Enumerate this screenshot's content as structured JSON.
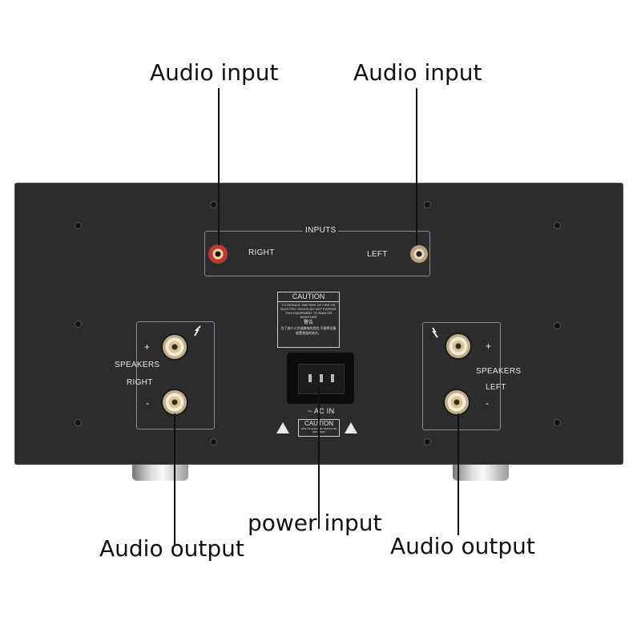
{
  "callouts": {
    "audio_input_right": "Audio input",
    "audio_input_left": "Audio input",
    "power_input": "power input",
    "audio_output_right": "Audio output",
    "audio_output_left": "Audio output"
  },
  "panel": {
    "inputs_title": "INPUTS",
    "right_label": "RIGHT",
    "left_label": "LEFT",
    "speakers_right": {
      "plus": "+",
      "minus": "-",
      "label": "SPEAKERS",
      "channel": "RIGHT"
    },
    "speakers_left": {
      "plus": "+",
      "minus": "-",
      "label": "SPEAKERS",
      "channel": "LEFT"
    },
    "caution_title": "CAUTION",
    "caution_text": "TO REDUCE THE RISK OF FIRE OR ELECTRIC SHOCK,DO NOT EXPOSE THIS EQUIPMENT TO RAIN OR MOISTURE",
    "caution_cn_title": "警告",
    "caution_cn_text": "为了减少火灾或触电的危险,不要将设备放置潮湿的地方。",
    "ac_in": "~ AC IN",
    "caution_small": "CAUTION",
    "caution_small_text": "RISK OF ELECTRIC SHOCK DO NOT OPEN"
  },
  "colors": {
    "panel": "#2b2c2e",
    "rca_red": "#c0392b",
    "gold": "#d8c49a",
    "leader": "#111111"
  }
}
